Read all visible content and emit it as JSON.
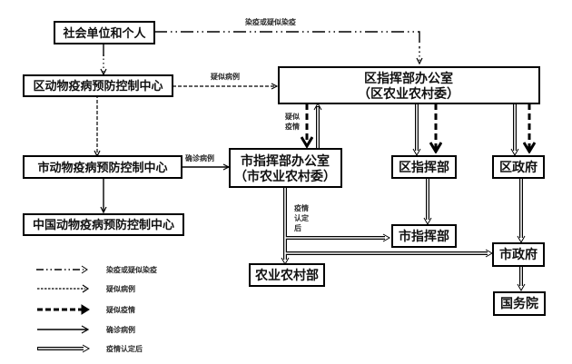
{
  "nodes": {
    "social": "社会单位和个人",
    "district_cdc": "区动物疫病预防控制中心",
    "city_cdc": "市动物疫病预防控制中心",
    "china_cdc": "中国动物疫病预防控制中心",
    "district_office_line1": "区指挥部办公室",
    "district_office_line2": "（区农业农村委）",
    "city_office_line1": "市指挥部办公室",
    "city_office_line2": "（市农业农村委）",
    "district_hq": "区指挥部",
    "district_gov": "区政府",
    "city_hq": "市指挥部",
    "city_gov": "市政府",
    "moa": "农业农村部",
    "state_council": "国务院"
  },
  "edge_labels": {
    "infected_or_suspected": "染疫或疑似染疫",
    "suspected_case": "疑似病例",
    "suspected_epidemic_line1": "疑似",
    "suspected_epidemic_line2": "疫情",
    "confirmed_case": "确诊病例",
    "after_confirm_line1": "疫情",
    "after_confirm_line2": "认定",
    "after_confirm_line3": "后"
  },
  "legend": [
    {
      "style": "dash-dot",
      "label": "染疫或疑似染疫"
    },
    {
      "style": "fine-dashed",
      "label": "疑似病例"
    },
    {
      "style": "bold-dashed",
      "label": "疑似疫情"
    },
    {
      "style": "solid",
      "label": "确诊病例"
    },
    {
      "style": "double",
      "label": "疫情认定后"
    }
  ]
}
